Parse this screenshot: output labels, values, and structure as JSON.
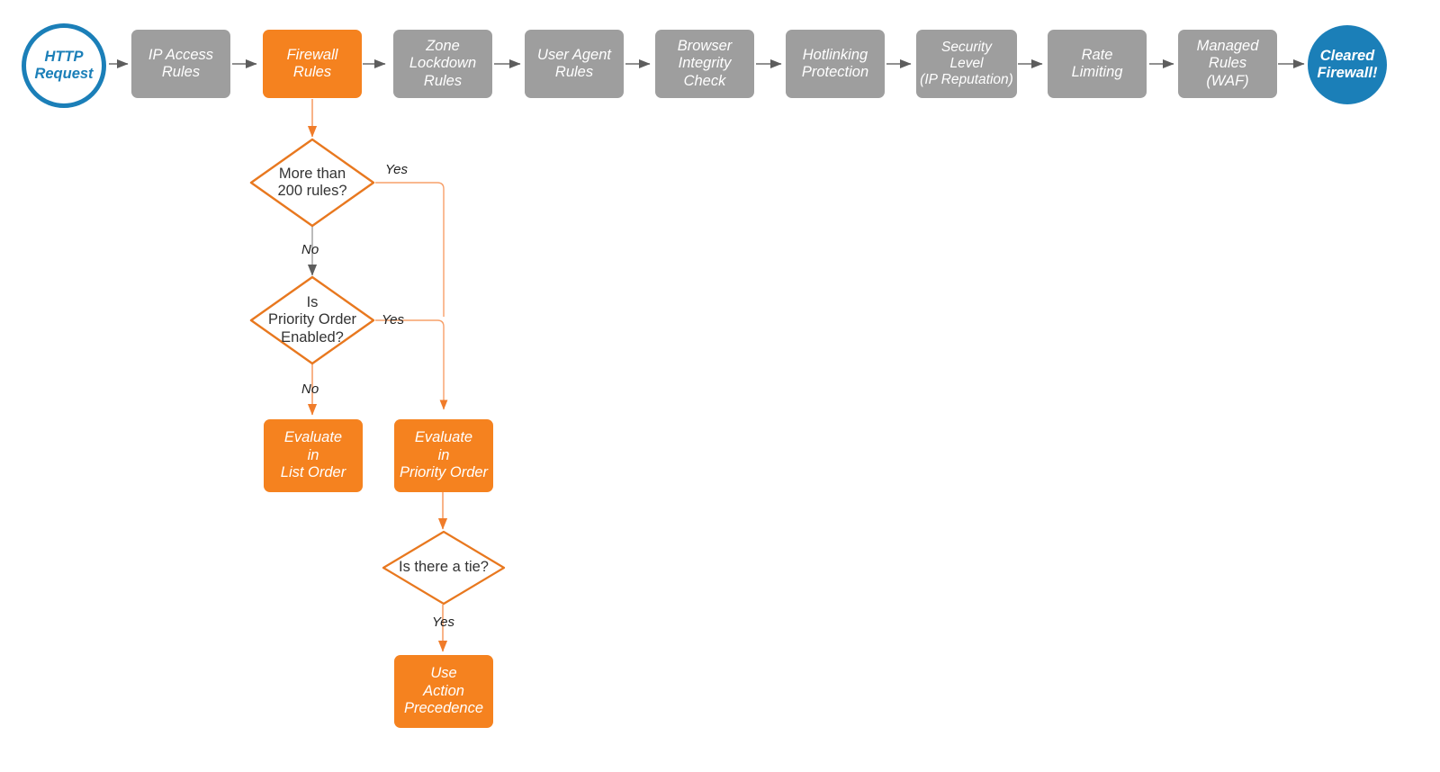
{
  "diagram": {
    "title": "Cloudflare request evaluation order flowchart",
    "colors": {
      "gray": "#9e9e9e",
      "orange": "#f5821f",
      "blue": "#1b7fb8",
      "gray_edge": "#6b6b6b",
      "orange_edge": "#f07c2a",
      "text_dark": "#333333"
    },
    "pipeline": [
      {
        "id": "http-request",
        "label": "HTTP\nRequest",
        "shape": "circle-outline",
        "color": "blue"
      },
      {
        "id": "ip-access-rules",
        "label": "IP Access\nRules",
        "shape": "box",
        "color": "gray"
      },
      {
        "id": "firewall-rules",
        "label": "Firewall\nRules",
        "shape": "box",
        "color": "orange"
      },
      {
        "id": "zone-lockdown-rules",
        "label": "Zone\nLockdown\nRules",
        "shape": "box",
        "color": "gray"
      },
      {
        "id": "user-agent-rules",
        "label": "User Agent\nRules",
        "shape": "box",
        "color": "gray"
      },
      {
        "id": "browser-integrity-check",
        "label": "Browser\nIntegrity\nCheck",
        "shape": "box",
        "color": "gray"
      },
      {
        "id": "hotlinking-protection",
        "label": "Hotlinking\nProtection",
        "shape": "box",
        "color": "gray"
      },
      {
        "id": "security-level",
        "label": "Security\nLevel\n(IP Reputation)",
        "shape": "box",
        "color": "gray"
      },
      {
        "id": "rate-limiting",
        "label": "Rate\nLimiting",
        "shape": "box",
        "color": "gray"
      },
      {
        "id": "managed-rules-waf",
        "label": "Managed\nRules\n(WAF)",
        "shape": "box",
        "color": "gray"
      },
      {
        "id": "cleared-firewall",
        "label": "Cleared\nFirewall!",
        "shape": "circle-filled",
        "color": "blue"
      }
    ],
    "branch": {
      "decision_more_than_200": "More than\n200 rules?",
      "decision_priority_order": "Is\nPriority Order\nEnabled?",
      "decision_tie": "Is there a tie?",
      "evaluate_list_order": "Evaluate\nin\nList Order",
      "evaluate_priority_order": "Evaluate\nin\nPriority Order",
      "use_action_precedence": "Use\nAction\nPrecedence"
    },
    "edge_labels": {
      "yes_200": "Yes",
      "no_200": "No",
      "yes_priority": "Yes",
      "no_priority": "No",
      "yes_tie": "Yes"
    }
  }
}
